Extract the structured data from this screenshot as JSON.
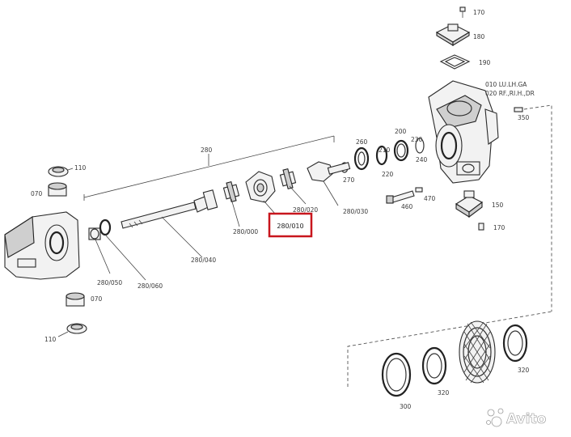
{
  "diagram": {
    "highlighted_part": "280/010",
    "labels": {
      "l170_top": "170",
      "l180": "180",
      "l190": "190",
      "l010": "010 LU.LH.GA",
      "l020": "020 RF.,RI.H.,DR",
      "l350": "350",
      "l280": "280",
      "l260": "260",
      "l200": "200",
      "l210": "210",
      "l230": "230",
      "l220": "220",
      "l240": "240",
      "l270": "270",
      "l110_top": "110",
      "l070_top": "070",
      "l470": "470",
      "l460": "460",
      "l150": "150",
      "l170_bot": "170",
      "l280_020": "280/020",
      "l280_030": "280/030",
      "l280_000": "280/000",
      "l280_040": "280/040",
      "l280_050": "280/050",
      "l280_060": "280/060",
      "l070_bot": "070",
      "l110_bot": "110",
      "l300": "300",
      "l320_a": "320",
      "l320_b": "320"
    },
    "watermark": "Avito"
  }
}
